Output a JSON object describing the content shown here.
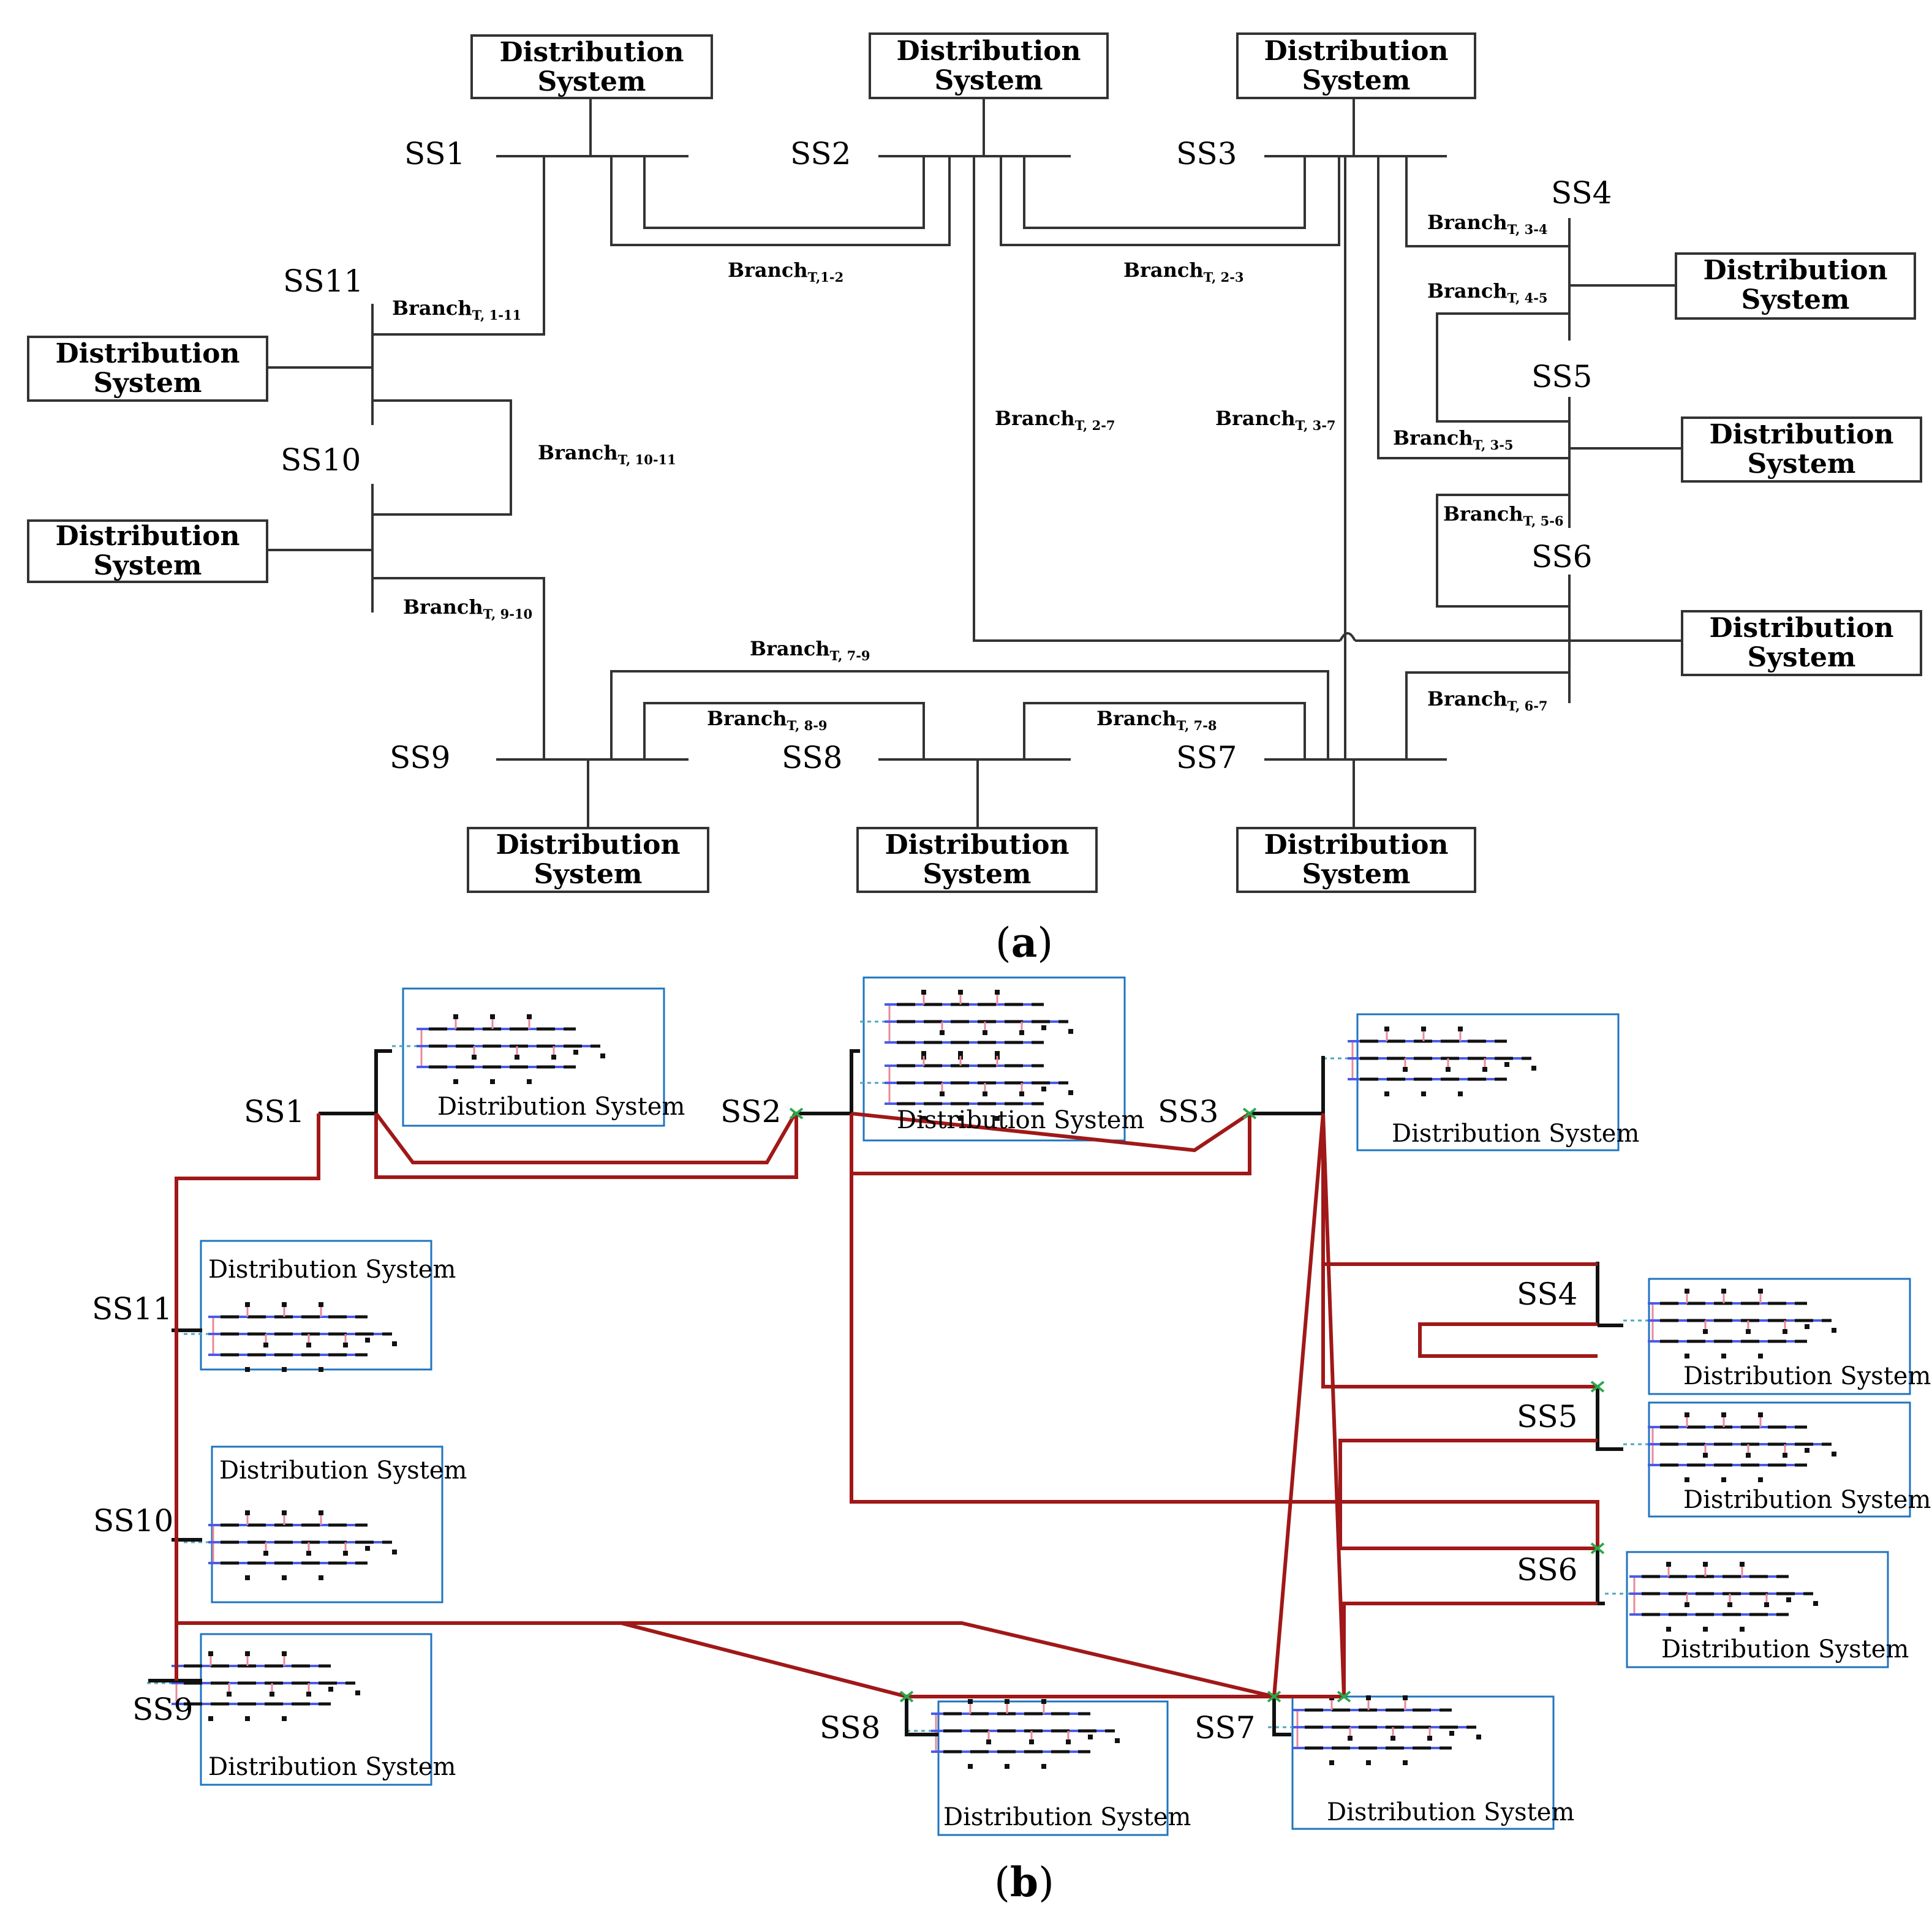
{
  "panel_a": {
    "substations": [
      {
        "id": "ss1",
        "label": "SS1"
      },
      {
        "id": "ss2",
        "label": "SS2"
      },
      {
        "id": "ss3",
        "label": "SS3"
      },
      {
        "id": "ss4",
        "label": "SS4"
      },
      {
        "id": "ss5",
        "label": "SS5"
      },
      {
        "id": "ss6",
        "label": "SS6"
      },
      {
        "id": "ss7",
        "label": "SS7"
      },
      {
        "id": "ss8",
        "label": "SS8"
      },
      {
        "id": "ss9",
        "label": "SS9"
      },
      {
        "id": "ss10",
        "label": "SS10"
      },
      {
        "id": "ss11",
        "label": "SS11"
      }
    ],
    "distribution_box": {
      "line1": "Distribution",
      "line2": "System"
    },
    "branch_word": "Branch",
    "branches": [
      {
        "id": "b1-2",
        "sub": "T,1-2"
      },
      {
        "id": "b2-3",
        "sub": "T, 2-3"
      },
      {
        "id": "b1-11",
        "sub": "T, 1-11"
      },
      {
        "id": "b10-11",
        "sub": "T, 10-11"
      },
      {
        "id": "b9-10",
        "sub": "T, 9-10"
      },
      {
        "id": "b2-7",
        "sub": "T, 2-7"
      },
      {
        "id": "b3-7",
        "sub": "T, 3-7"
      },
      {
        "id": "b3-4",
        "sub": "T, 3-4"
      },
      {
        "id": "b4-5",
        "sub": "T, 4-5"
      },
      {
        "id": "b3-5",
        "sub": "T, 3-5"
      },
      {
        "id": "b5-6",
        "sub": "T, 5-6"
      },
      {
        "id": "b6-7",
        "sub": "T, 6-7"
      },
      {
        "id": "b7-9",
        "sub": "T, 7-9"
      },
      {
        "id": "b8-9",
        "sub": "T, 8-9"
      },
      {
        "id": "b7-8",
        "sub": "T, 7-8"
      }
    ],
    "caption": {
      "open": "(",
      "letter": "a",
      "close": ")"
    }
  },
  "panel_b": {
    "substations": [
      {
        "id": "ss1",
        "label": "SS1"
      },
      {
        "id": "ss2",
        "label": "SS2"
      },
      {
        "id": "ss3",
        "label": "SS3"
      },
      {
        "id": "ss4",
        "label": "SS4"
      },
      {
        "id": "ss5",
        "label": "SS5"
      },
      {
        "id": "ss6",
        "label": "SS6"
      },
      {
        "id": "ss7",
        "label": "SS7"
      },
      {
        "id": "ss8",
        "label": "SS8"
      },
      {
        "id": "ss9",
        "label": "SS9"
      },
      {
        "id": "ss10",
        "label": "SS10"
      },
      {
        "id": "ss11",
        "label": "SS11"
      }
    ],
    "distribution_label": "Distribution System",
    "caption": {
      "open": "(",
      "letter": "b",
      "close": ")"
    }
  },
  "colors": {
    "line": "#333333",
    "tieline": "#a01818",
    "box_border": "#1f74c0",
    "feeder_blue": "#4a5be8",
    "feeder_pink": "#e88a9a",
    "node": "#111111",
    "switch": "#2aa84a"
  }
}
